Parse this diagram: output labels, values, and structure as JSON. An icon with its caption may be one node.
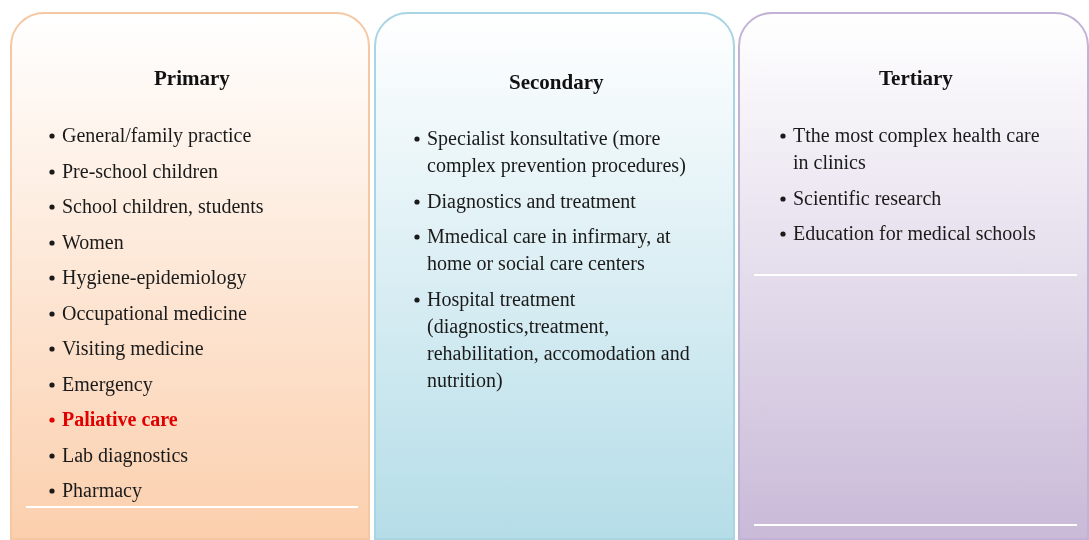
{
  "diagram": {
    "nodes": [
      {
        "text": [
          "Primary",
          "General/family practice",
          "Pre-school children",
          "School children, students",
          "Women",
          "Hygiene-epidemiology",
          "Occupational medicine",
          "Visiting medicine",
          "Emergency",
          "Paliative care",
          "Lab diagnostics",
          "Pharmacy"
        ]
      },
      {
        "text": [
          "Secondary",
          "Specialist konsultative (more complex prevention procedures)",
          "Diagnostics and  treatment",
          "Mmedical care in infirmary, at home or social care centers",
          "Hospital treatment (diagnostics,treatment, rehabilitation, accomodation and nutrition)"
        ]
      },
      {
        "text": [
          "Tertiary",
          "Tthe most complex health care in clinics",
          "Scientific research",
          "Education for medical schools"
        ]
      }
    ]
  }
}
